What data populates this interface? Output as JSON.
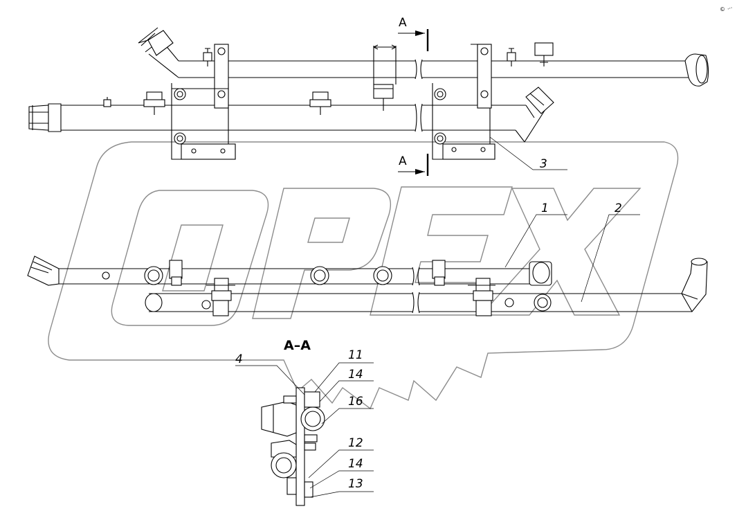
{
  "watermark": {
    "text": "OPEX"
  },
  "section_marks": {
    "letter": "A",
    "section_title": "A–A"
  },
  "callouts": [
    "1",
    "2",
    "3",
    "4",
    "11",
    "14",
    "16",
    "12",
    "14",
    "13"
  ],
  "corner_mark": {
    "text": "© ..."
  },
  "colors": {
    "lines": "#000000",
    "watermark": "#8c8c8c",
    "background": "#ffffff"
  }
}
